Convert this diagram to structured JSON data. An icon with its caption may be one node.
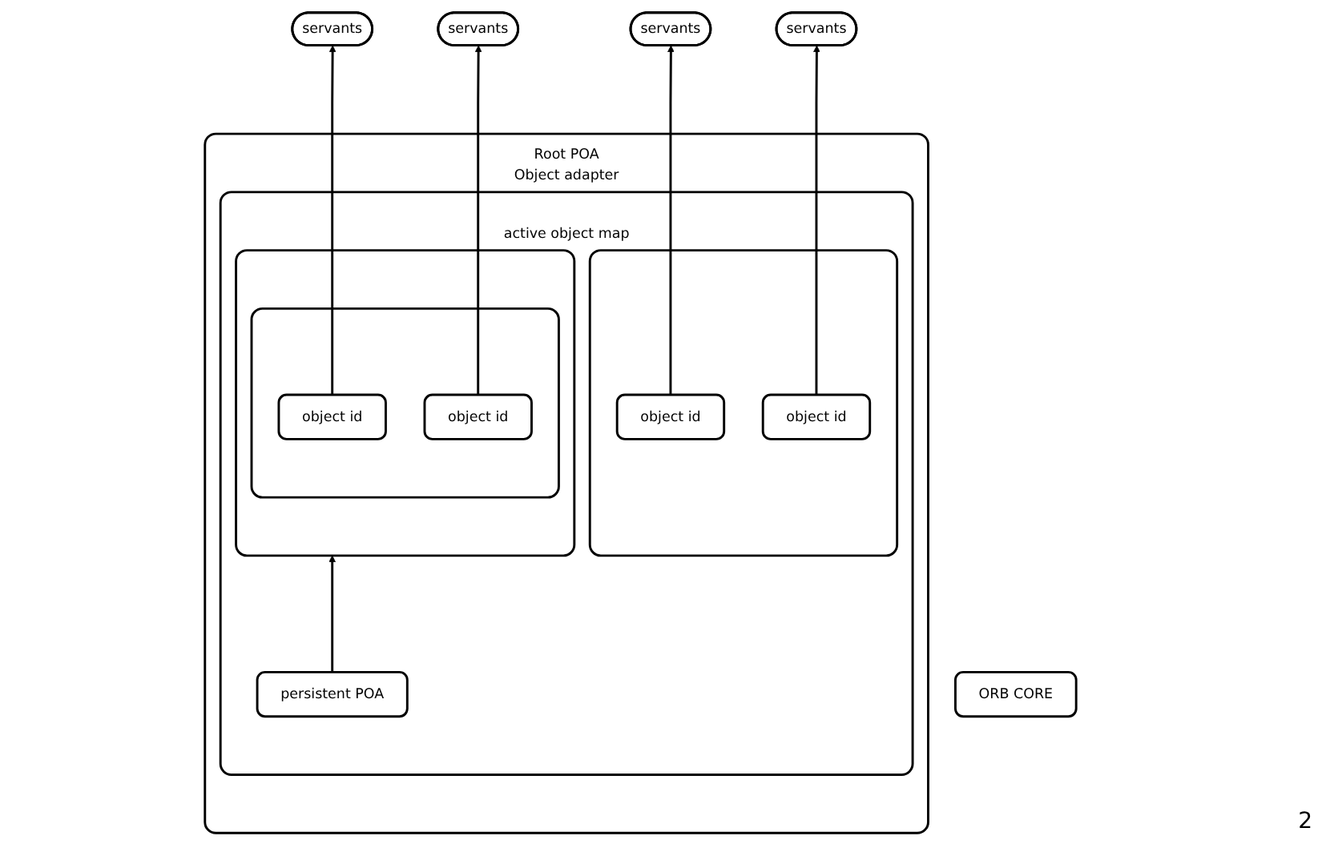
{
  "diagram": {
    "nodes": [
      {
        "text": [
          "servants"
        ]
      },
      {
        "text": [
          "servants"
        ]
      },
      {
        "text": [
          "servants"
        ]
      },
      {
        "text": [
          "servants"
        ]
      },
      {
        "text": [
          "Root POA",
          "Object adapter"
        ]
      },
      {
        "text": [
          "active object map"
        ],
        "in": 4
      },
      {
        "text": [],
        "shape": "box",
        "in": 5
      },
      {
        "text": [
          "object id"
        ],
        "in": 6
      },
      {
        "text": [
          "object id"
        ],
        "in": 6
      },
      {
        "text": [],
        "shape": "box",
        "in": 5
      },
      {
        "text": [],
        "shape": "box",
        "in": 9
      },
      {
        "text": [
          "object id"
        ],
        "in": 10
      },
      {
        "text": [
          "object id"
        ],
        "in": 10
      },
      {
        "text": [
          "persistent POA"
        ],
        "in": 5
      },
      {
        "text": [
          "ORB CORE"
        ]
      }
    ],
    "edges": [
      {
        "from": 7,
        "to": 0,
        "arrow": "to"
      },
      {
        "from": 8,
        "to": 1,
        "arrow": "to"
      },
      {
        "from": 11,
        "to": 2,
        "arrow": "to"
      },
      {
        "from": 12,
        "to": 3,
        "arrow": "to"
      },
      {
        "from": 13,
        "to": 9,
        "arrow": "to"
      }
    ],
    "labels": [
      "2"
    ]
  }
}
